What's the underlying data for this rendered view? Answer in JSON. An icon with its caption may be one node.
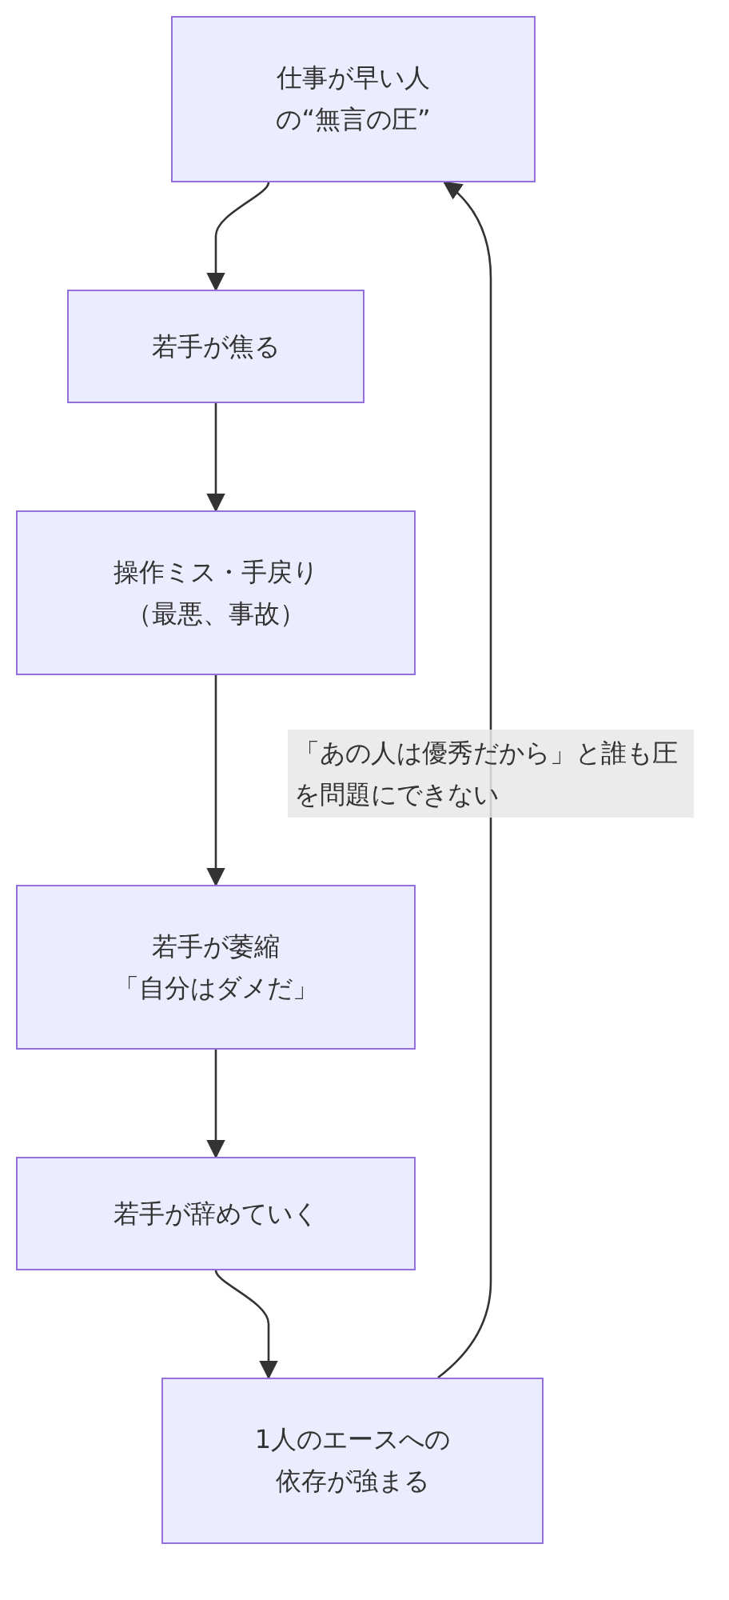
{
  "diagram": {
    "nodes": [
      {
        "text": [
          "仕事が早い人の“無言の圧”"
        ]
      },
      {
        "text": [
          "若手が焦る"
        ]
      },
      {
        "text": [
          "操作ミス・手戻り（最悪、事故）"
        ]
      },
      {
        "text": [
          "若手が萎縮「自分はダメだ」"
        ]
      },
      {
        "text": [
          "若手が辞めていく"
        ]
      },
      {
        "text": [
          "1人のエースへの依存が強まる"
        ]
      }
    ],
    "edges": [
      {
        "from": 0,
        "to": 1,
        "arrow": "to"
      },
      {
        "from": 1,
        "to": 2,
        "arrow": "to"
      },
      {
        "from": 2,
        "to": 3,
        "arrow": "to"
      },
      {
        "from": 3,
        "to": 4,
        "arrow": "to"
      },
      {
        "from": 4,
        "to": 5,
        "arrow": "to"
      },
      {
        "from": 5,
        "to": 0,
        "arrow": "to",
        "label": "「あの人は優秀だから」と誰も圧を問題にできない"
      }
    ]
  }
}
